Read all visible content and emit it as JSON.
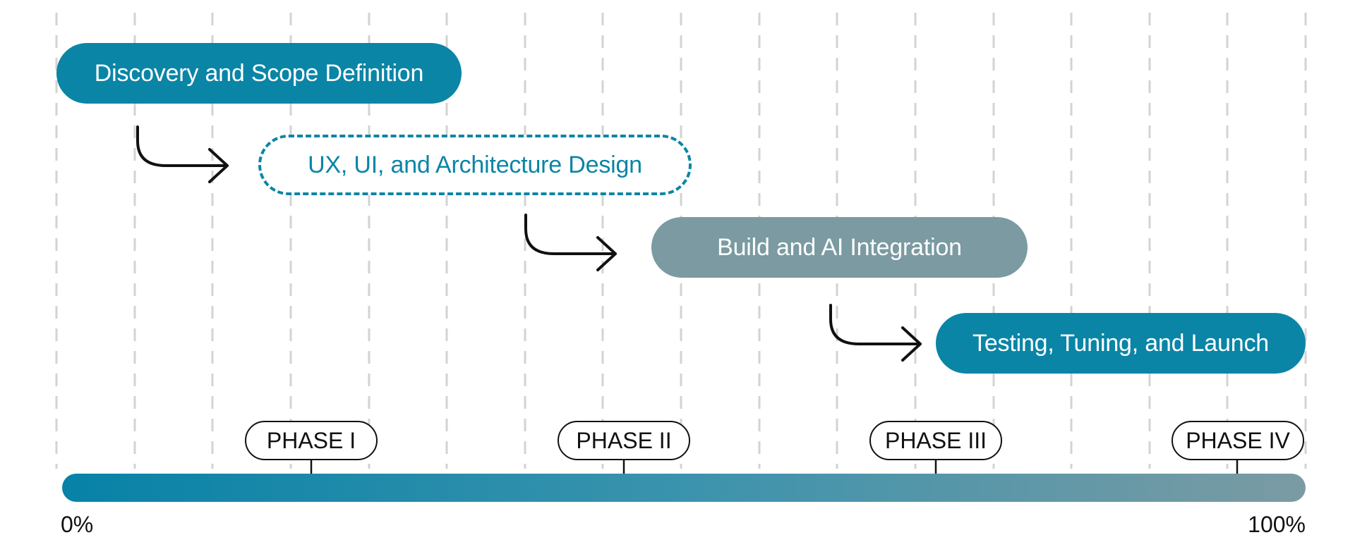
{
  "diagram": {
    "tasks": [
      {
        "label": "Discovery and Scope Definition",
        "style": "solid",
        "color": "#0a85a6"
      },
      {
        "label": "UX, UI, and Architecture Design",
        "style": "dashed",
        "color": "#0a85a6"
      },
      {
        "label": "Build and AI Integration",
        "style": "solid",
        "color": "#7b9aa2"
      },
      {
        "label": "Testing, Tuning, and Launch",
        "style": "solid",
        "color": "#0a85a6"
      }
    ],
    "phases": [
      "PHASE I",
      "PHASE II",
      "PHASE III",
      "PHASE IV"
    ],
    "progress": {
      "start_label": "0%",
      "end_label": "100%",
      "gradient": [
        "#0782a7",
        "#7b9ba3"
      ]
    },
    "connectors": [
      "arrow-icon",
      "arrow-icon",
      "arrow-icon"
    ],
    "gridline_color": "#d3d3d3"
  }
}
